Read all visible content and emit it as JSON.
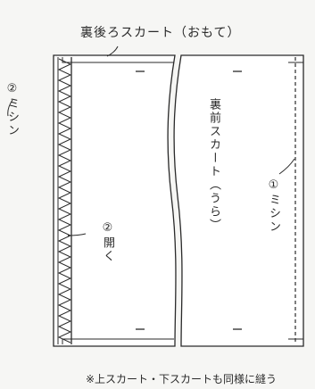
{
  "labels": {
    "top": "裏後ろスカート（おもて）",
    "left_step": "②ミシン",
    "right_step": "①ミシン",
    "open_step": "②開く",
    "panel_front": "裏前スカート（うら）",
    "note": "※上スカート・下スカートも同様に縫う"
  },
  "colors": {
    "line": "#2a2a2a",
    "paper": "#ffffff",
    "background": "#f6f6f4"
  }
}
